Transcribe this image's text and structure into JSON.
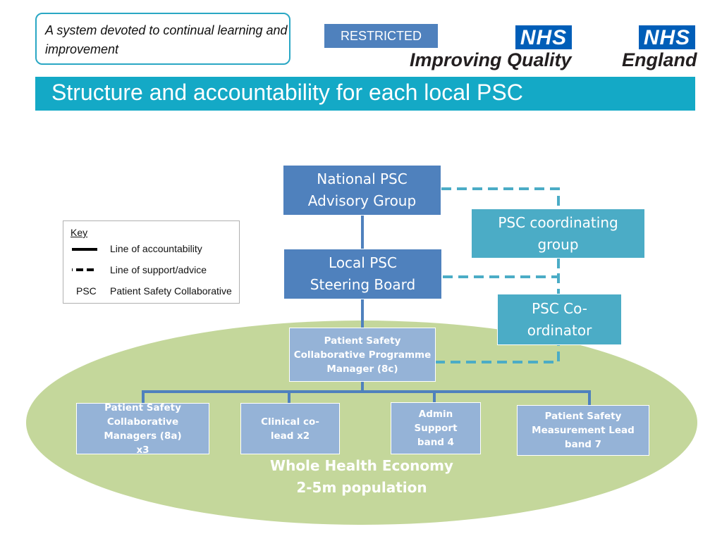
{
  "header": {
    "tagline": "A system devoted to continual learning and improvement",
    "restricted_label": "RESTRICTED",
    "logo_improving": {
      "badge": "NHS",
      "subtitle": "Improving Quality"
    },
    "logo_england": {
      "badge": "NHS",
      "subtitle": "England"
    }
  },
  "title": "Structure and accountability for each local PSC",
  "key": {
    "heading": "Key",
    "items": [
      {
        "symbol": "",
        "label": "Line of accountability"
      },
      {
        "symbol": "",
        "label": "Line of support/advice"
      },
      {
        "symbol": "PSC",
        "label": "Patient Safety Collaborative"
      }
    ]
  },
  "org_chart": {
    "national_group": "National PSC Advisory Group",
    "coordinating_group": "PSC coordinating group",
    "steering_board": "Local PSC Steering Board",
    "coordinator": "PSC Co-ordinator",
    "programme_manager": "Patient Safety Collaborative  Programme Manager (8c)",
    "team": [
      "Patient Safety Collaborative Managers (8a) x3",
      "Clinical co-lead x2",
      "Admin Support band 4",
      "Patient Safety Measurement Lead band 7"
    ],
    "economy_label": "Whole Health Economy",
    "population_label": "2-5m population"
  },
  "colors": {
    "banner": "#14a9c6",
    "dark_box": "#4f81bd",
    "teal_box": "#4bacc6",
    "light_box": "#95b3d7",
    "ellipse": "#c4d79b",
    "nhs_blue": "#005eb8"
  }
}
